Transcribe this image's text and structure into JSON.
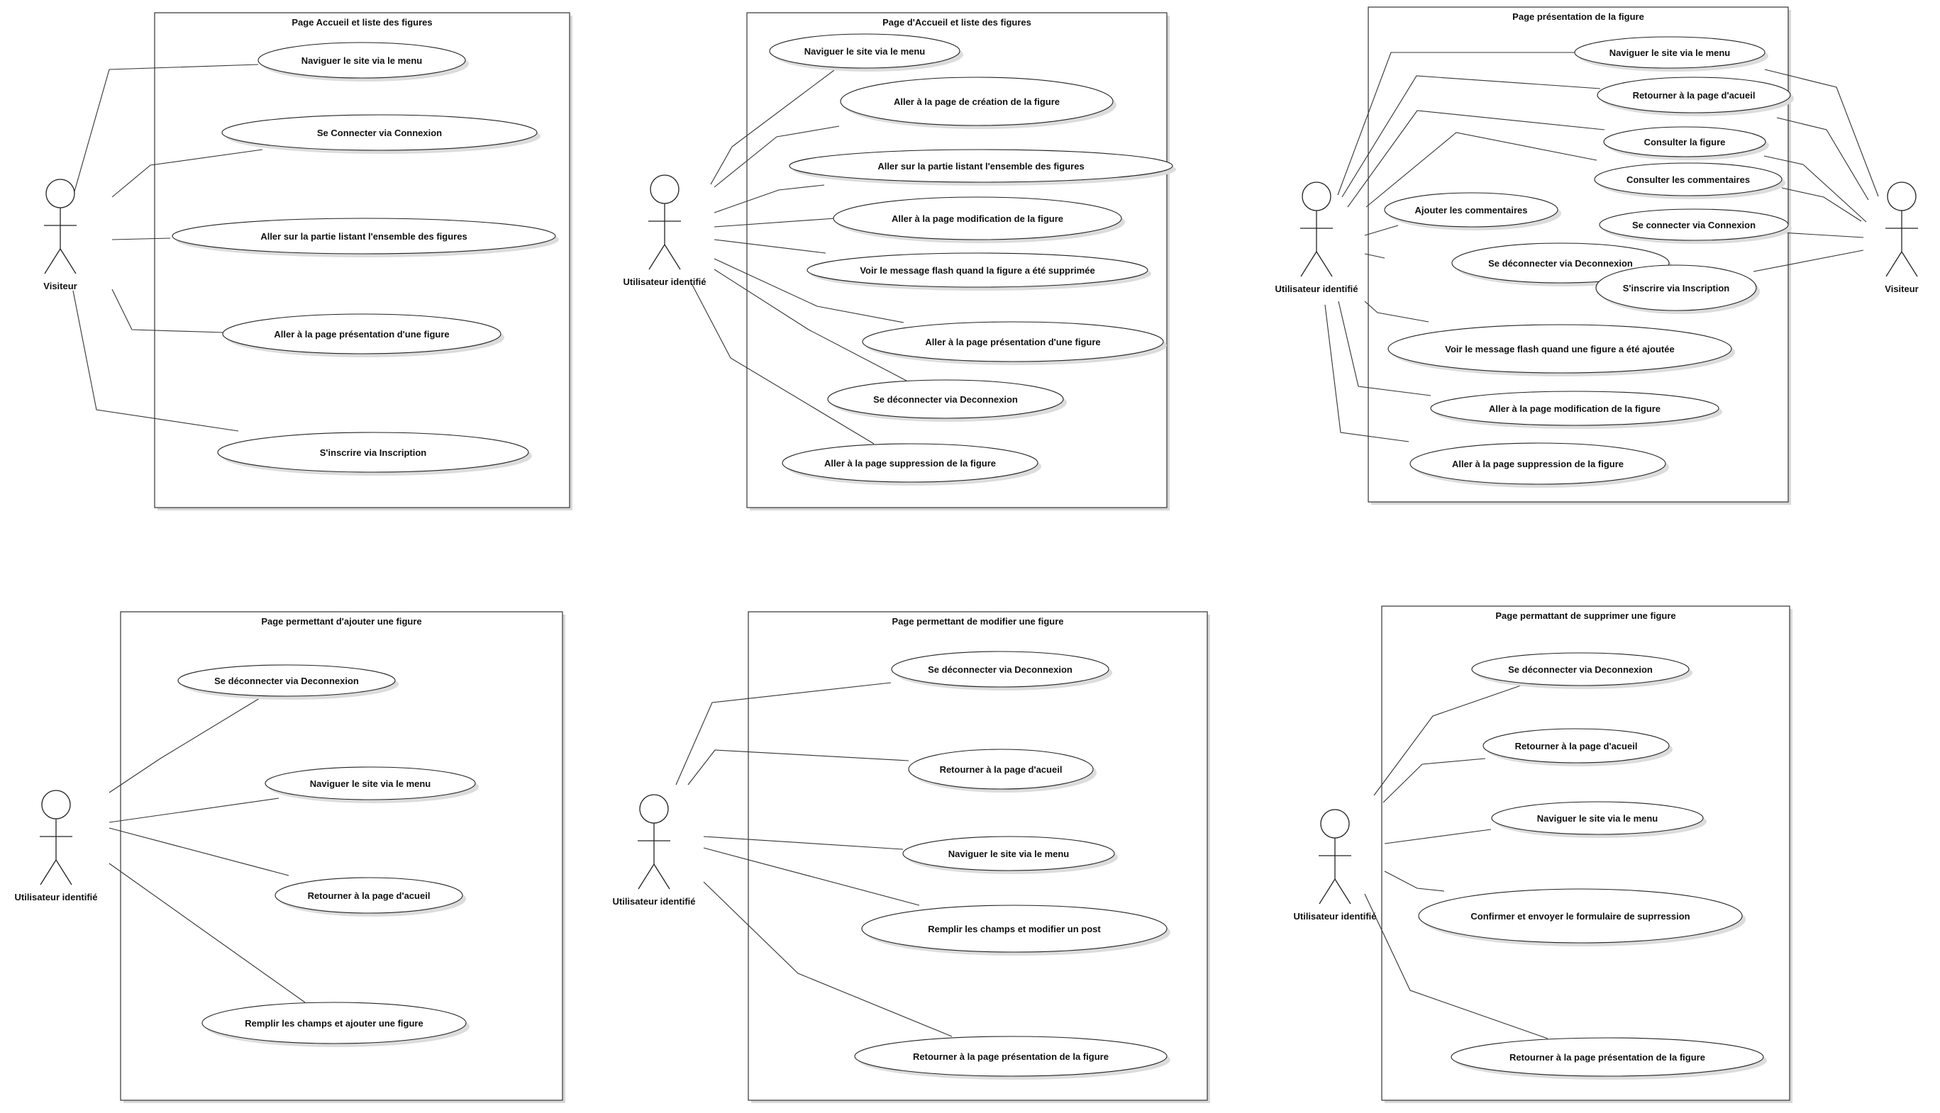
{
  "diagrams": [
    {
      "title": "Page Accueil et liste des figures",
      "actors": [
        "Visiteur"
      ],
      "use_cases": [
        "Naviguer le site via le menu",
        "Se Connecter via Connexion",
        "Aller sur la partie listant l'ensemble des figures",
        "Aller à la page présentation d'une figure",
        "S'inscrire via Inscription"
      ]
    },
    {
      "title": "Page d'Accueil et liste des figures",
      "actors": [
        "Utilisateur identifié"
      ],
      "use_cases": [
        "Naviguer le site via le menu",
        "Aller à la page de création de la figure",
        "Aller sur la partie listant l'ensemble des figures",
        "Aller à la page modification de la figure",
        "Voir le message flash quand la figure a été supprimée",
        "Aller à la page présentation d'une figure",
        "Se déconnecter via Deconnexion",
        "Aller à la page suppression de la figure"
      ]
    },
    {
      "title": "Page présentation de la figure",
      "actors": [
        "Utilisateur  identifié",
        "Visiteur"
      ],
      "use_cases": [
        "Naviguer le site via le menu",
        "Retourner à la page d'acueil",
        "Consulter la figure",
        "Consulter les commentaires",
        "Ajouter les commentaires",
        "Se connecter via Connexion",
        "Se déconnecter via Deconnexion",
        "S'inscrire via Inscription",
        "Voir le message flash quand une figure a été ajoutée",
        "Aller à la page modification de la figure",
        "Aller à la page suppression de la figure"
      ]
    },
    {
      "title": "Page permettant d'ajouter une figure",
      "actors": [
        "Utilisateur identifié"
      ],
      "use_cases": [
        "Se déconnecter via Deconnexion",
        "Naviguer le site via le menu",
        "Retourner à la page d'acueil",
        "Remplir les champs et ajouter une figure"
      ]
    },
    {
      "title": "Page permettant de modifier une figure",
      "actors": [
        "Utilisateur identifié"
      ],
      "use_cases": [
        "Se déconnecter via Deconnexion",
        "Retourner à la page d'acueil",
        "Naviguer le site via le menu",
        "Remplir les champs et modifier un post",
        "Retourner à la page présentation de la figure"
      ]
    },
    {
      "title": "Page permattant de supprimer une figure",
      "actors": [
        "Utilisateur  identifié"
      ],
      "use_cases": [
        "Se déconnecter via Deconnexion",
        "Retourner à la page d'acueil",
        "Naviguer le site via le menu",
        "Confirmer et envoyer le formulaire de suprression",
        "Retourner à la page présentation de la figure"
      ]
    }
  ]
}
